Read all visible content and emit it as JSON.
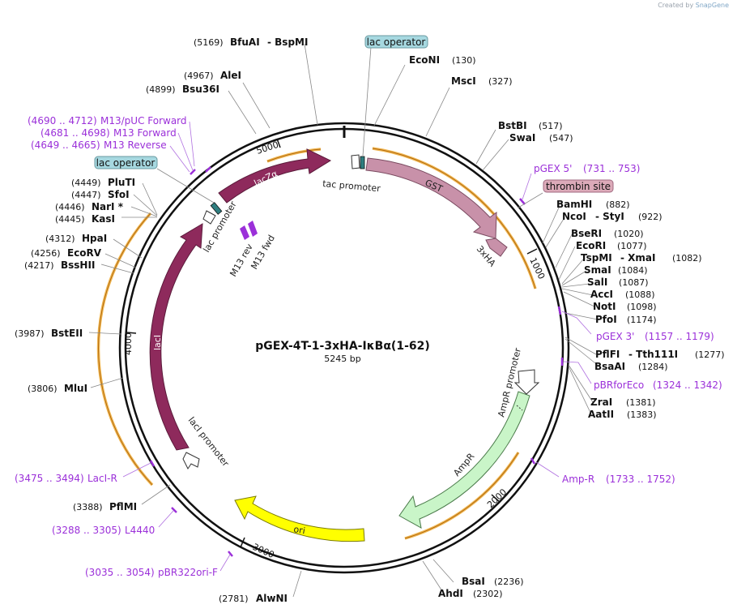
{
  "credit": {
    "prefix": "Created by",
    "brand": "SnapGene"
  },
  "plasmid": {
    "name": "pGEX-4T-1-3xHA-IκBα(1-62)",
    "size_label": "5245 bp",
    "length": 5245
  },
  "tick_labels": [
    "1000",
    "2000",
    "3000",
    "4000",
    "5000"
  ],
  "features": [
    {
      "name": "GST",
      "label": "GST",
      "color": "#c891a9"
    },
    {
      "name": "3xHA",
      "label": "3xHA",
      "color": "#c891a9"
    },
    {
      "name": "tac promoter",
      "label": "tac promoter",
      "color": "#ffffff"
    },
    {
      "name": "lacZa",
      "label": "lacZα",
      "color": "#8e2a5c"
    },
    {
      "name": "lac promoter",
      "label": "lac promoter",
      "color": "#ffffff"
    },
    {
      "name": "lacI",
      "label": "lacI",
      "color": "#8e2a5c"
    },
    {
      "name": "lacI promoter",
      "label": "lacI promoter",
      "color": "#ffffff"
    },
    {
      "name": "AmpR",
      "label": "AmpR",
      "color": "#c9f5c8"
    },
    {
      "name": "AmpR promoter",
      "label": "AmpR promoter",
      "color": "#ffffff"
    },
    {
      "name": "ori",
      "label": "ori",
      "color": "#ffff00"
    },
    {
      "name": "M13 rev",
      "label": "M13 rev",
      "color": "#9b30d9"
    },
    {
      "name": "M13 fwd",
      "label": "M13 fwd",
      "color": "#9b30d9"
    }
  ],
  "boxed_labels": [
    {
      "text": "lac operator",
      "color": "#a6d8e0"
    },
    {
      "text": "lac operator",
      "color": "#a6d8e0"
    },
    {
      "text": "thrombin site",
      "color": "#dcaab9"
    }
  ],
  "sites": [
    {
      "pos": "(5169)",
      "name": "BfuAI",
      "suffix": "- BspMI"
    },
    {
      "pos": "(4967)",
      "name": "AleI"
    },
    {
      "pos": "(4899)",
      "name": "Bsu36I"
    },
    {
      "pos": "(4449)",
      "name": "PluTI"
    },
    {
      "pos": "(4447)",
      "name": "SfoI"
    },
    {
      "pos": "(4446)",
      "name": "NarI *"
    },
    {
      "pos": "(4445)",
      "name": "KasI"
    },
    {
      "pos": "(4312)",
      "name": "HpaI"
    },
    {
      "pos": "(4256)",
      "name": "EcoRV"
    },
    {
      "pos": "(4217)",
      "name": "BssHII"
    },
    {
      "pos": "(3987)",
      "name": "BstEII"
    },
    {
      "pos": "(3806)",
      "name": "MluI"
    },
    {
      "pos": "(3388)",
      "name": "PflMI"
    },
    {
      "pos": "(2781)",
      "name": "AlwNI"
    },
    {
      "name": "EcoNI",
      "pos": "(130)"
    },
    {
      "name": "MscI",
      "pos": "(327)"
    },
    {
      "name": "BstBI",
      "pos": "(517)"
    },
    {
      "name": "SwaI",
      "pos": "(547)"
    },
    {
      "name": "BamHI",
      "pos": "(882)"
    },
    {
      "name": "NcoI",
      "suffix": "- StyI",
      "pos": "(922)"
    },
    {
      "name": "BseRI",
      "pos": "(1020)"
    },
    {
      "name": "EcoRI",
      "pos": "(1077)"
    },
    {
      "name": "TspMI",
      "suffix": "- XmaI",
      "pos": "(1082)"
    },
    {
      "name": "SmaI",
      "pos": "(1084)"
    },
    {
      "name": "SalI",
      "pos": "(1087)"
    },
    {
      "name": "AccI",
      "pos": "(1088)"
    },
    {
      "name": "NotI",
      "pos": "(1098)"
    },
    {
      "name": "PfoI",
      "pos": "(1174)"
    },
    {
      "name": "PflFI",
      "suffix": "- Tth111I",
      "pos": "(1277)"
    },
    {
      "name": "BsaAI",
      "pos": "(1284)"
    },
    {
      "name": "ZraI",
      "pos": "(1381)"
    },
    {
      "name": "AatII",
      "pos": "(1383)"
    },
    {
      "name": "BsaI",
      "pos": "(2236)"
    },
    {
      "name": "AhdI",
      "pos": "(2302)"
    }
  ],
  "primers": [
    {
      "range": "(4690 .. 4712)",
      "name": "M13/pUC Forward"
    },
    {
      "range": "(4681 .. 4698)",
      "name": "M13 Forward"
    },
    {
      "range": "(4649 .. 4665)",
      "name": "M13 Reverse"
    },
    {
      "name": "pGEX 5'",
      "range": "(731 .. 753)"
    },
    {
      "name": "pGEX 3'",
      "range": "(1157 .. 1179)"
    },
    {
      "name": "pBRforEco",
      "range": "(1324 .. 1342)"
    },
    {
      "name": "Amp-R",
      "range": "(1733 .. 1752)"
    },
    {
      "range": "(3475 .. 3494)",
      "name": "LacI-R"
    },
    {
      "range": "(3288 .. 3305)",
      "name": "L4440"
    },
    {
      "range": "(3035 .. 3054)",
      "name": "pBR322ori-F"
    }
  ]
}
